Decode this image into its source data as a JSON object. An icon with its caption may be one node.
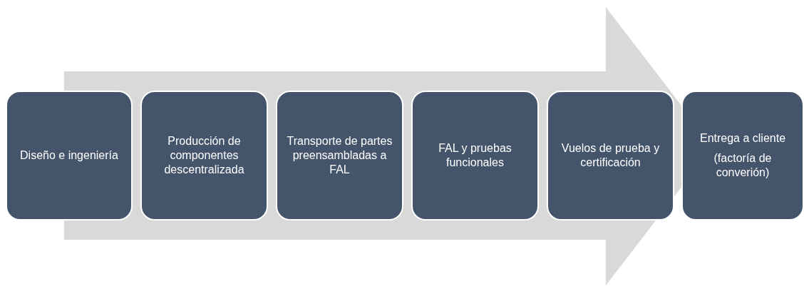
{
  "diagram": {
    "nodes": [
      {
        "text": [
          "Diseño e ingeniería"
        ]
      },
      {
        "text": [
          "Producción de componentes descentralizada"
        ]
      },
      {
        "text": [
          "Transporte de partes preensambladas a FAL"
        ]
      },
      {
        "text": [
          "FAL y pruebas funcionales"
        ]
      },
      {
        "text": [
          "Vuelos de prueba y certificación"
        ]
      },
      {
        "text": [
          "Entrega a cliente",
          "(factoría de converión)"
        ]
      }
    ]
  }
}
